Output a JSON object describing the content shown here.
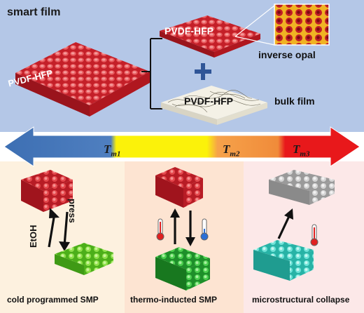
{
  "top": {
    "title": "smart film",
    "film_label": "PVDF-HFP",
    "opal_film_label": "PVDF-HFP",
    "opal_caption": "inverse opal",
    "plus_symbol": "+",
    "bulk_film_label": "PVDF-HFP",
    "bulk_caption": "bulk film"
  },
  "temperature_bar": {
    "marks": [
      {
        "symbol": "T",
        "sub": "m1"
      },
      {
        "symbol": "T",
        "sub": "m2"
      },
      {
        "symbol": "T",
        "sub": "m3"
      }
    ],
    "colors": {
      "blue": "#3d6fb3",
      "yellow": "#fbf20a",
      "orange": "#f6a24a",
      "red": "#e8181b"
    }
  },
  "bottom": {
    "cold": {
      "caption": "cold programmed SMP",
      "arrow_down_label": "press",
      "arrow_up_label": "EtOH"
    },
    "thermo": {
      "caption": "thermo-inducted SMP",
      "hot_icon": "thermometer-hot-icon",
      "cold_icon": "thermometer-cold-icon"
    },
    "collapse": {
      "caption": "microstructural collapse",
      "hot_icon": "thermometer-hot-icon"
    }
  },
  "colors": {
    "top_panel": "#b4c7e7",
    "cold_panel": "#fdf1df",
    "thermo_panel": "#fde4d2",
    "collapse_panel": "#fce8e8",
    "red_film": "#c8202a",
    "green_film": "#7ed321",
    "cyan_film": "#4fd6c8",
    "gray_film": "#c8c8c8"
  }
}
